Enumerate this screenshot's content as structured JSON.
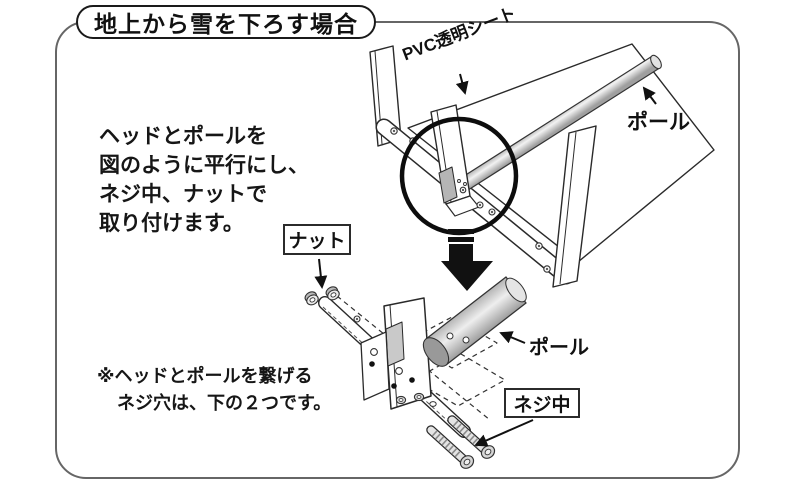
{
  "title": "地上から雪を下ろす場合",
  "instruction": {
    "lines": [
      "ヘッドとポールを",
      "図のように平行にし、",
      "ネジ中、ナットで",
      "取り付けます。"
    ]
  },
  "note": {
    "lines": [
      "※ヘッドとポールを繋げる",
      "ネジ穴は、下の２つです。"
    ]
  },
  "labels": {
    "pvc_sheet": "PVC透明シート",
    "pole_top": "ポール",
    "nut": "ナット",
    "pole_detail": "ポール",
    "screw_medium": "ネジ中"
  },
  "colors": {
    "line": "#222222",
    "frame": "#666666",
    "pole_gray": "#c6c6c6",
    "pole_dark": "#999999",
    "arrow_black": "#111111",
    "background": "#ffffff"
  }
}
